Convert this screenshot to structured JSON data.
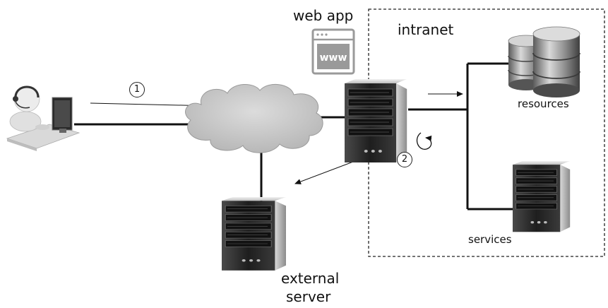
{
  "labels": {
    "web_app": "web app",
    "intranet": "intranet",
    "resources": "resources",
    "services": "services",
    "external_line1": "external",
    "external_line2": "server"
  },
  "steps": {
    "one": "1",
    "two": "2"
  },
  "icons": {
    "browser_text": "www",
    "user": "user-at-computer-icon",
    "cloud": "internet-cloud-icon",
    "server": "server-rack-icon",
    "database": "database-cylinders-icon"
  },
  "colors": {
    "line": "#111111",
    "dashed_border": "#222222",
    "cloud": "#c9c9c9",
    "server_body": "#2b2b2b",
    "browser_icon": "#9a9a9a"
  }
}
